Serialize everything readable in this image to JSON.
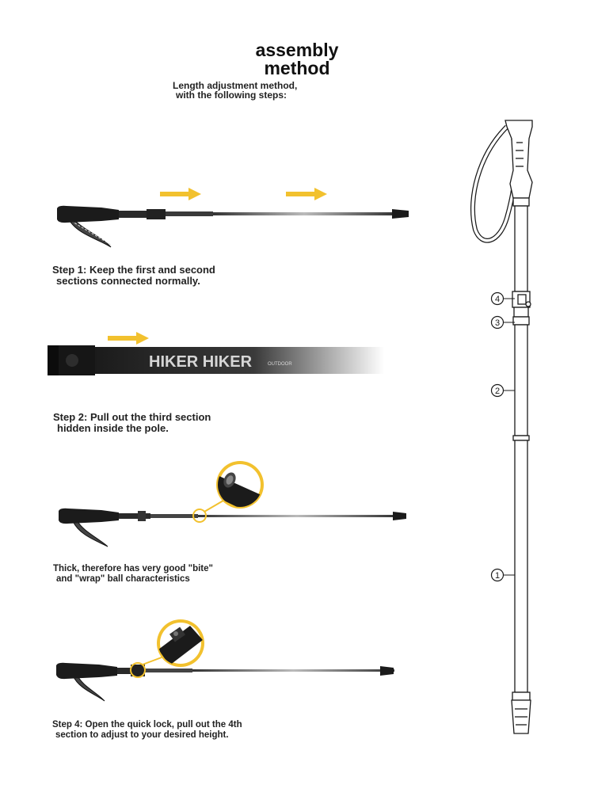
{
  "header": {
    "title_line1": "assembly",
    "title_line2": "method",
    "subtitle_line1": "Length adjustment method,",
    "subtitle_line2": "with the following steps:"
  },
  "steps": [
    {
      "line1": "Step 1: Keep the first and second",
      "line2": "sections connected normally."
    },
    {
      "line1": "Step 2: Pull out the third section",
      "line2": "hidden inside the pole."
    },
    {
      "line1": "Thick, therefore has very good \"bite\"",
      "line2": "and \"wrap\" ball characteristics"
    },
    {
      "line1": "Step 4: Open the quick lock, pull out the 4th",
      "line2": "section to adjust to your desired height."
    }
  ],
  "pole_brand": "HIKER HIKER",
  "pole_sub": "OUTDOOR",
  "section_markers": [
    "4",
    "3",
    "2",
    "1"
  ],
  "colors": {
    "arrow": "#f2c12e",
    "pole_dark": "#1b1b1b",
    "highlight": "#f2c12e"
  }
}
